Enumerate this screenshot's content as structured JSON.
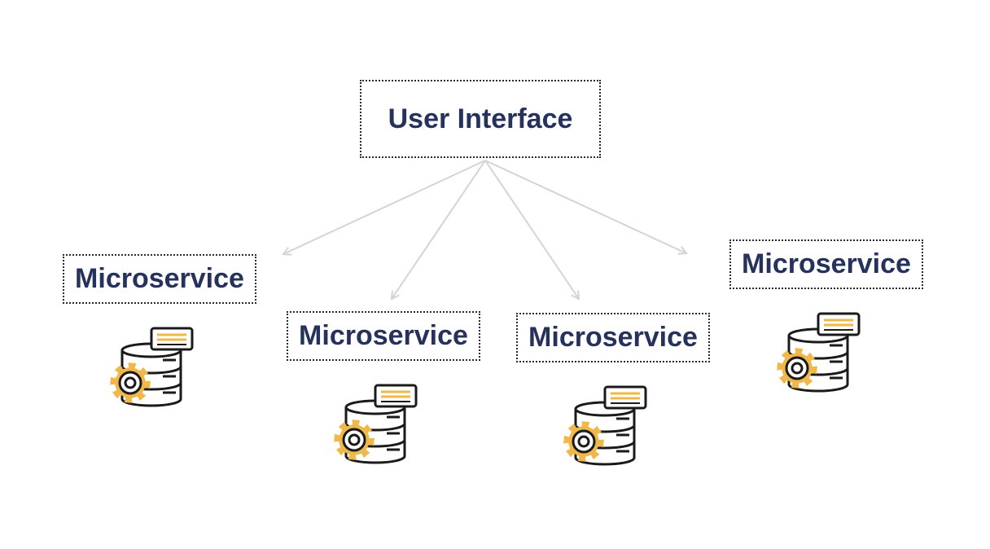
{
  "diagram": {
    "top_node": {
      "label": "User Interface"
    },
    "children": [
      {
        "label": "Microservice",
        "icon": "database-gear-icon"
      },
      {
        "label": "Microservice",
        "icon": "database-gear-icon"
      },
      {
        "label": "Microservice",
        "icon": "database-gear-icon"
      },
      {
        "label": "Microservice",
        "icon": "database-gear-icon"
      }
    ],
    "colors": {
      "label_text": "#26315c",
      "arrow": "#d4d4d4",
      "icon_accent": "#f0b84a",
      "icon_outline": "#1a1a1a"
    }
  }
}
